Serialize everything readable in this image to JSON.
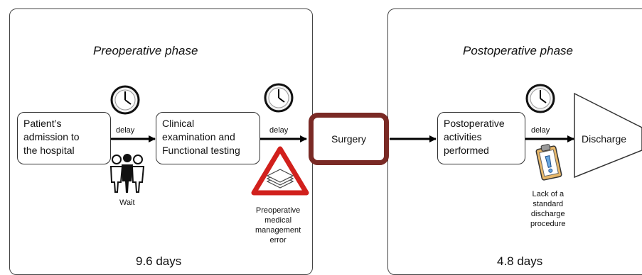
{
  "preoperative": {
    "title": "Preoperative phase",
    "days": "9.6 days",
    "step1": "Patient’s\nadmission to\nthe hospital",
    "step2": "Clinical\nexamination and\nFunctional testing",
    "delay1": "delay",
    "delay2": "delay",
    "wait": "Wait",
    "error": "Preoperative\nmedical\nmanagement\nerror"
  },
  "surgery": "Surgery",
  "postoperative": {
    "title": "Postoperative phase",
    "days": "4.8 days",
    "step1": "Postoperative\nactivities\nperformed",
    "delay": "delay",
    "discharge": "Discharge",
    "lack": "Lack of a\nstandard\ndischarge\nprocedure"
  },
  "icons": {
    "clock": "clock-icon",
    "people": "people-waiting-icon",
    "warning": "warning-triangle-icon",
    "clipboard": "clipboard-alert-icon"
  },
  "colors": {
    "surgery_border": "#7a2a25",
    "warning_red": "#d1201c"
  }
}
